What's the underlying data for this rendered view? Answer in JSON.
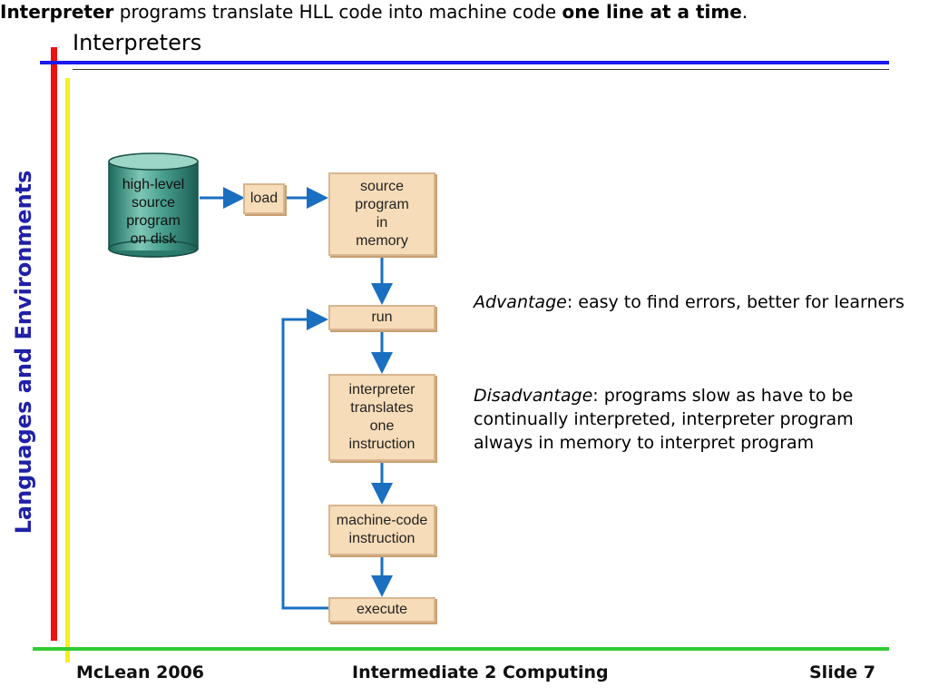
{
  "slide": {
    "title": "Interpreters",
    "side_title": "Languages and Environments"
  },
  "intro": {
    "term": "Interpreter",
    "middle": " programs translate HLL code into machine code ",
    "emphasis": "one line at a time",
    "end": "."
  },
  "advantage": {
    "label": "Advantage",
    "text": ": easy to find errors, better for learners"
  },
  "disadvantage": {
    "label": "Disadvantage",
    "text": ": programs slow as have to be continually interpreted, interpreter program always in memory to interpret program"
  },
  "diagram": {
    "disk": "high-level\nsource\nprogram\non disk",
    "load": "load",
    "source_memory": "source\nprogram\nin\nmemory",
    "run": "run",
    "translate": "interpreter\ntranslates\none\ninstruction",
    "machine_code": "machine-code\ninstruction",
    "execute": "execute"
  },
  "footer": {
    "left": "McLean 2006",
    "center": "Intermediate 2 Computing",
    "right": "Slide 7"
  },
  "colors": {
    "red_bar": "#ee1111",
    "yellow_bar": "#f5f020",
    "blue_rule": "#1a1aee",
    "green_rule": "#33cc33",
    "side_title": "#2020a8",
    "box_fill": "#f6dcb8",
    "arrow": "#1a6fc0",
    "disk": "#2f8a7a"
  }
}
